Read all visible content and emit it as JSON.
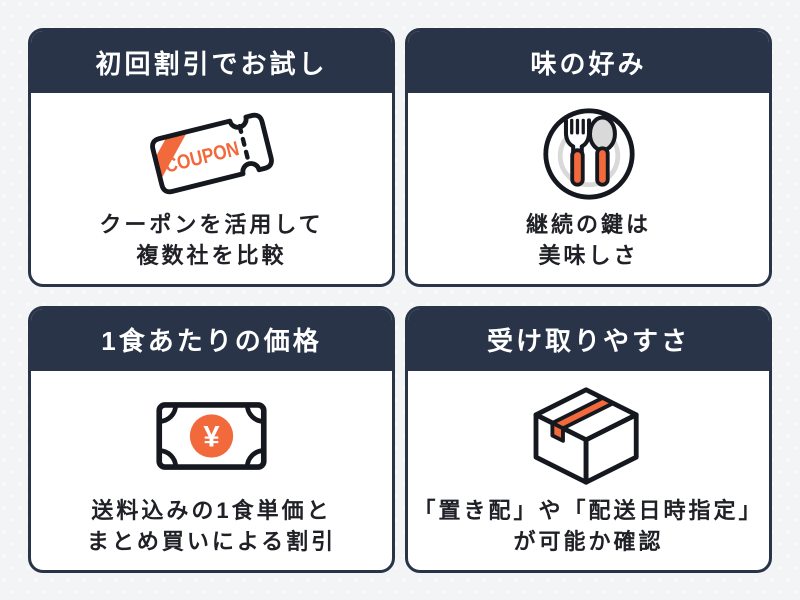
{
  "colors": {
    "navy": "#293449",
    "orange": "#f2693b",
    "ink": "#1f2126",
    "plate_gray": "#d9d9d9",
    "card_bg": "#ffffff"
  },
  "cards": [
    {
      "title": "初回割引でお試し",
      "icon": "coupon-icon",
      "coupon_label": "COUPON",
      "lines": [
        "クーポンを活用して",
        "複数社を比較"
      ]
    },
    {
      "title": "味の好み",
      "icon": "plate-cutlery-icon",
      "lines": [
        "継続の鍵は",
        "美味しさ"
      ]
    },
    {
      "title": "1食あたりの価格",
      "icon": "yen-banknote-icon",
      "yen_symbol": "¥",
      "lines": [
        "送料込みの1食単価と",
        "まとめ買いによる割引"
      ]
    },
    {
      "title": "受け取りやすさ",
      "icon": "delivery-box-icon",
      "lines": [
        "「置き配」や「配送日時指定」",
        "が可能か確認"
      ]
    }
  ]
}
